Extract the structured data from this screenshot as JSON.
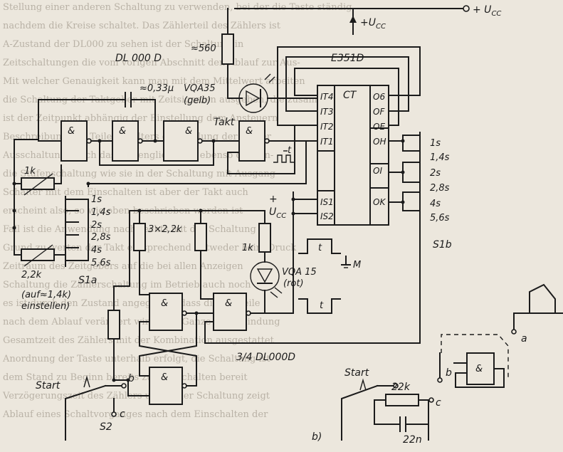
{
  "background_text": [
    "Stellung einer anderen Schaltung zu verwenden, bei der die Taste ständig",
    "nachdem die Kreise schaltet. Das Zählerteil des Zählers ist",
    "A-Zustand der  DL000 zu sehen ist der Schaltung in",
    "Zeitschaltungen die vom vorigen Abschnitt den Ablauf zur Aus-",
    "Mit welcher Genauigkeit kann man mit dem Mittelwert arbeiten",
    "die Schaltung der Taktgeber mit Zeitsignalen ausgeben, die zusammen",
    "ist der Zeitpunkt abhängig der Einstellung dem Ansteuern",
    "Beschreibung des Teilerschalters die Stellung der Zähler",
    "Ausschaltung durch das Tastenglied wird ebenso der Ein-",
    "die Stufenschaltung wie sie in der Schaltung mit Ausgang",
    "Schalter mit dem Einschalten ist aber der Takt auch",
    "erscheint also, so wie oben beschrieben worden ist",
    "Fall ist die Anwendung nach rechts mit der Schaltung",
    "Grund zu werten der Takt entsprechend entweder beim Druck",
    "Zeitraum des Zeitgebers auf die bei allen Anzeigen",
    "Schaltung die Zählerschaltung im Betrieb auch noch",
    "es ist durch den Zustand angegeben, dass die Zeitteile",
    "nach dem Ablauf verändert wird. Das Ganze in Verbindung",
    "Gesamtzeit des Zählers mit der Kombination ausgestattet",
    "Anordnung der Taste unterhalb erfolgt, die Schaltung ist",
    "dem Stand zu Beginn bereits zum Abschalten bereit",
    "Verzögerungszeit des Zählers und in der Schaltung zeigt",
    "Ablauf eines Schaltvorganges nach dem Einschalten der"
  ],
  "labels": {
    "ucc_top": "+ U",
    "ucc_top_sub": "CC",
    "ucc_mid": "+U",
    "ucc_mid_sub": "CC",
    "r_560": "≈560",
    "ic_dl000d": "DL 000 D",
    "ic_e351d": "E351D",
    "cap_033": "≈0,33μ",
    "led_yellow": "VQA35",
    "led_yellow_color": "(gelb)",
    "takt": "Takt",
    "ct": "CT",
    "pins_left": [
      "IT4",
      "IT3",
      "IT2",
      "IT1",
      "IS1",
      "IS2"
    ],
    "pins_right": [
      "O6",
      "OF",
      "OE",
      "OH",
      "OI",
      "OK"
    ],
    "switch_times_right": [
      "1s",
      "1,4s",
      "2s",
      "2,8s",
      "4s",
      "5,6s"
    ],
    "switch_times_left": [
      "1s",
      "1,4s",
      "2s",
      "2,8s",
      "4s",
      "5,6s"
    ],
    "r_1k_top": "1k",
    "r_22k_bottom": "2,2k",
    "adjust_note_1": "(auf≈1,4k)",
    "adjust_note_2": "einstellen)",
    "s1a": "S1a",
    "s1b": "S1b",
    "ucc_small": "U",
    "ucc_small_sub": "CC",
    "plus": "+",
    "r_3x22k": "3×2,2k",
    "r_1k_led": "1k",
    "led_red": "VQA 15",
    "led_red_color": "(rot)",
    "pulse_t1": "t",
    "pulse_t2": "t",
    "pulse_t3": "t",
    "m_label": "M",
    "ic_dl000d_bottom": "3/4 DL000D",
    "start_left": "Start",
    "start_right": "Start",
    "node_b_left": "b",
    "node_c_left": "c",
    "node_b_right": "b",
    "node_c_right": "c",
    "node_a": "a",
    "s2": "S2",
    "r_22k_right": "22k",
    "cap_22n": "22n",
    "panel_b": "b)",
    "gate_symbol": "&"
  }
}
